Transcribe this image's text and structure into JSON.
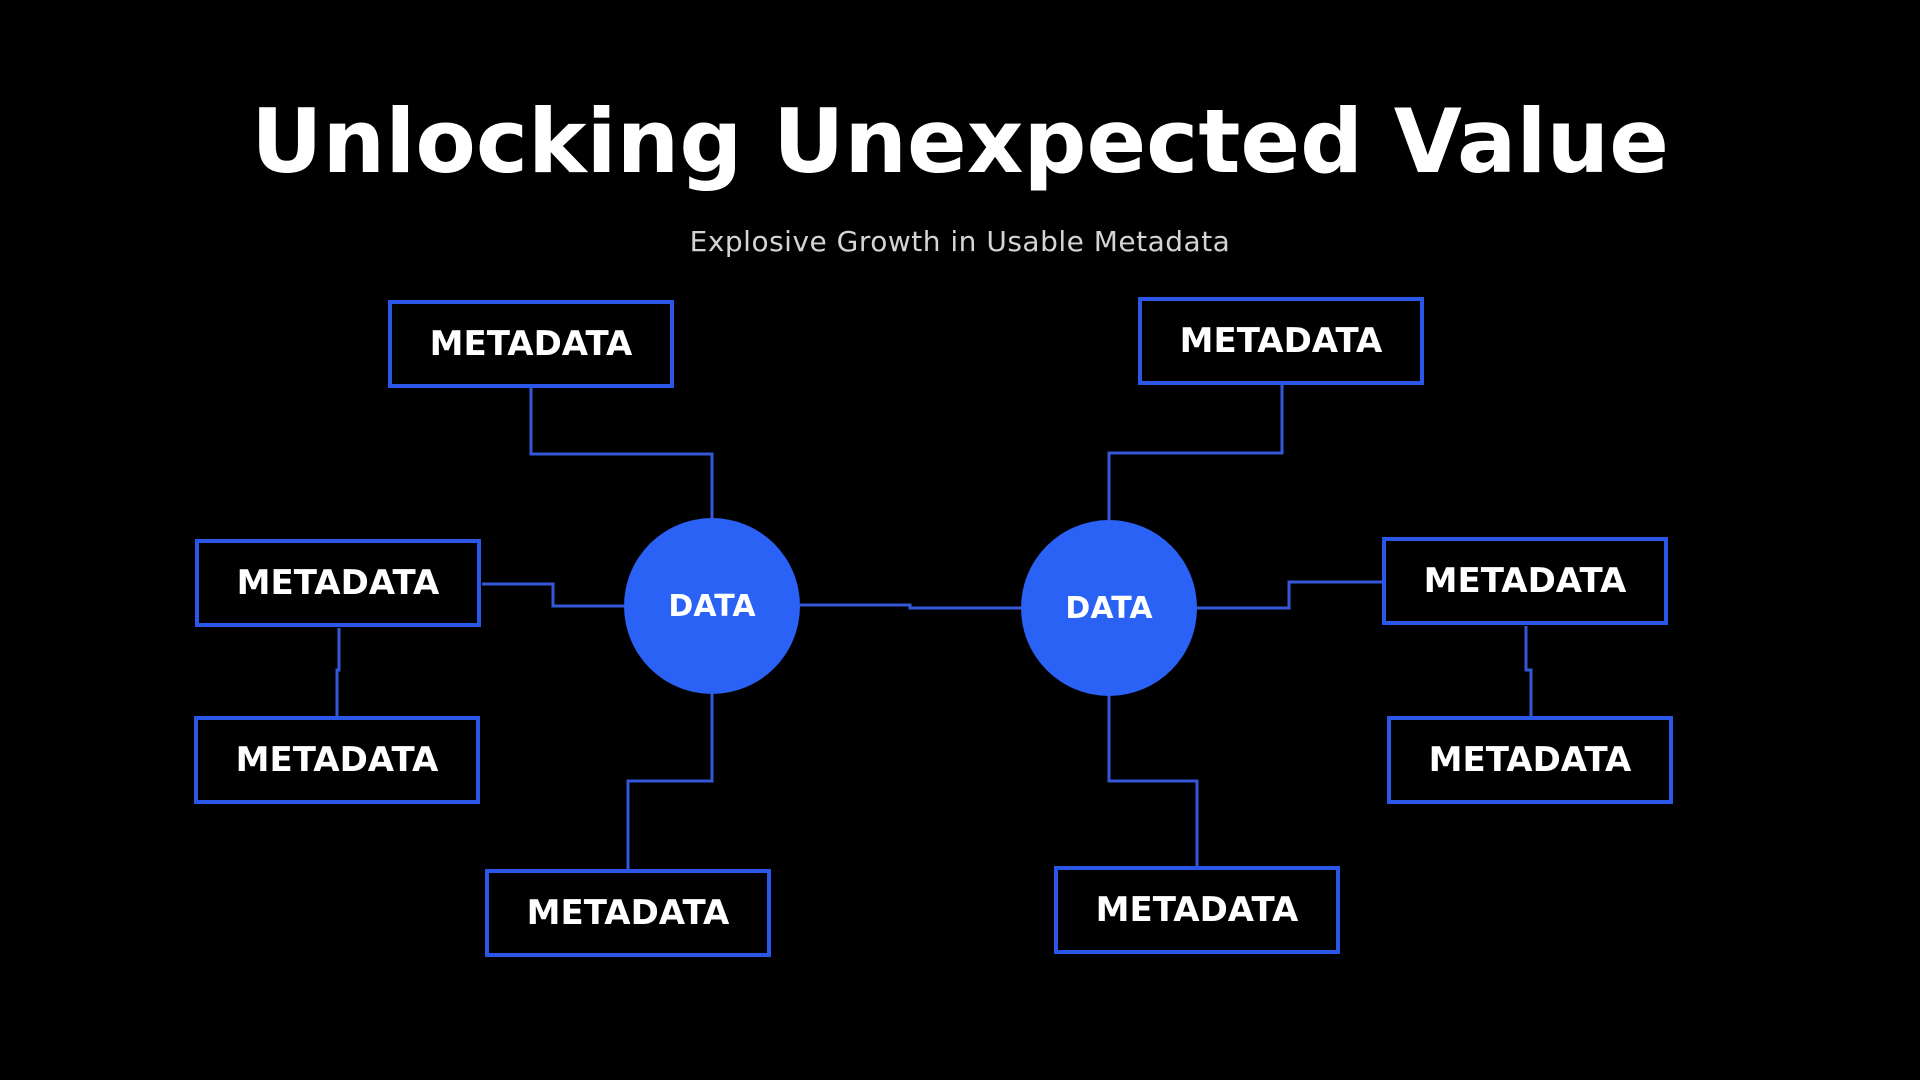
{
  "slide": {
    "title": "Unlocking Unexpected Value",
    "subtitle": "Explosive Growth in Usable Metadata"
  },
  "colors": {
    "background": "#000000",
    "accent": "#2a62f5",
    "box_border": "#2a57e8",
    "connector": "#3458d8",
    "text": "#ffffff"
  },
  "diagram": {
    "nodes": {
      "left": {
        "label": "DATA"
      },
      "right": {
        "label": "DATA"
      }
    },
    "left_metadata": [
      {
        "label": "METADATA"
      },
      {
        "label": "METADATA"
      },
      {
        "label": "METADATA"
      },
      {
        "label": "METADATA"
      }
    ],
    "right_metadata": [
      {
        "label": "METADATA"
      },
      {
        "label": "METADATA"
      },
      {
        "label": "METADATA"
      },
      {
        "label": "METADATA"
      }
    ]
  }
}
